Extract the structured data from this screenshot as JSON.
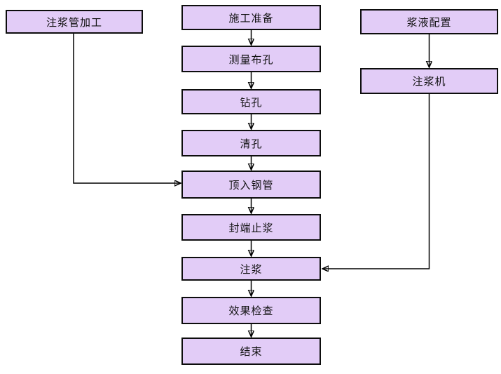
{
  "colors": {
    "box_fill": "#E2CCF7",
    "box_border": "#0D0D0D",
    "connector": "#000000",
    "background": "#FFFFFF"
  },
  "left_branch": {
    "pipe_processing": "注浆管加工"
  },
  "main_flow": [
    "施工准备",
    "测量布孔",
    "钻孔",
    "清孔",
    "顶入钢管",
    "封端止浆",
    "注浆",
    "效果检查",
    "结束"
  ],
  "right_branch": {
    "slurry_config": "浆液配置",
    "grouting_machine": "注浆机"
  },
  "connections": [
    {
      "from": "施工准备",
      "to": "测量布孔"
    },
    {
      "from": "测量布孔",
      "to": "钻孔"
    },
    {
      "from": "钻孔",
      "to": "清孔"
    },
    {
      "from": "清孔",
      "to": "顶入钢管"
    },
    {
      "from": "顶入钢管",
      "to": "封端止浆"
    },
    {
      "from": "封端止浆",
      "to": "注浆"
    },
    {
      "from": "注浆",
      "to": "效果检查"
    },
    {
      "from": "效果检查",
      "to": "结束"
    },
    {
      "from": "注浆管加工",
      "to": "顶入钢管"
    },
    {
      "from": "浆液配置",
      "to": "注浆机"
    },
    {
      "from": "注浆机",
      "to": "注浆"
    }
  ]
}
